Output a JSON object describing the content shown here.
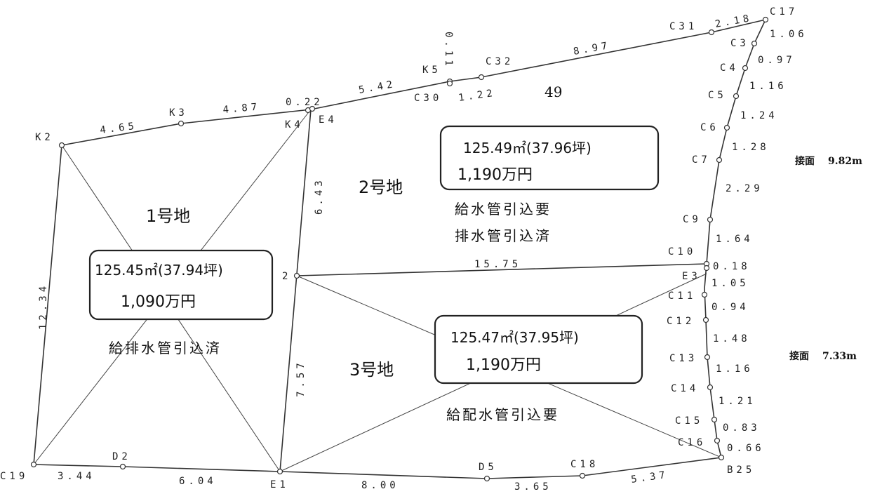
{
  "points": [
    {
      "id": "C17",
      "label": "C17"
    },
    {
      "id": "C31",
      "label": "C31"
    },
    {
      "id": "C3",
      "label": "C3"
    },
    {
      "id": "C4",
      "label": "C4"
    },
    {
      "id": "C5",
      "label": "C5"
    },
    {
      "id": "C6",
      "label": "C6"
    },
    {
      "id": "C7",
      "label": "C7"
    },
    {
      "id": "C9",
      "label": "C9"
    },
    {
      "id": "C10",
      "label": "C10"
    },
    {
      "id": "E3",
      "label": "E3"
    },
    {
      "id": "C11",
      "label": "C11"
    },
    {
      "id": "C12",
      "label": "C12"
    },
    {
      "id": "C13",
      "label": "C13"
    },
    {
      "id": "C14",
      "label": "C14"
    },
    {
      "id": "C15",
      "label": "C15"
    },
    {
      "id": "C16",
      "label": "C16"
    },
    {
      "id": "B25",
      "label": "B25"
    },
    {
      "id": "C18",
      "label": "C18"
    },
    {
      "id": "D5",
      "label": "D5"
    },
    {
      "id": "E1",
      "label": "E1"
    },
    {
      "id": "D2",
      "label": "D2"
    },
    {
      "id": "C19",
      "label": "C19"
    },
    {
      "id": "K2",
      "label": "K2"
    },
    {
      "id": "K3",
      "label": "K3"
    },
    {
      "id": "K4",
      "label": "K4"
    },
    {
      "id": "E4",
      "label": "E4"
    },
    {
      "id": "K5",
      "label": "K5"
    },
    {
      "id": "C30",
      "label": "C30"
    },
    {
      "id": "C32",
      "label": "C32"
    },
    {
      "id": "E2",
      "label": "2"
    }
  ],
  "dimensions": [
    "2.18",
    "1.06",
    "0.97",
    "1.16",
    "1.24",
    "1.28",
    "2.29",
    "1.64",
    "0.18",
    "1.05",
    "0.94",
    "1.48",
    "1.16",
    "1.21",
    "0.83",
    "0.66",
    "5.37",
    "3.65",
    "8.00",
    "6.04",
    "3.44",
    "12.34",
    "4.65",
    "4.87",
    "0.22",
    "5.42",
    "0.11",
    "1.22",
    "8.97",
    "6.43",
    "15.75",
    "7.57"
  ],
  "parcel_number": "49",
  "lots": [
    {
      "name": "1号地",
      "area": "125.45㎡(37.94坪)",
      "price": "1,090万円",
      "notes": [
        "給排水管引込済"
      ]
    },
    {
      "name": "2号地",
      "area": "125.49㎡(37.96坪)",
      "price": "1,190万円",
      "notes": [
        "給水管引込要",
        "排水管引込済"
      ]
    },
    {
      "name": "3号地",
      "area": "125.47㎡(37.95坪)",
      "price": "1,190万円",
      "notes": [
        "給配水管引込要"
      ]
    }
  ],
  "frontage": [
    {
      "label": "接面",
      "value": "9.82m"
    },
    {
      "label": "接面",
      "value": "7.33m"
    }
  ]
}
